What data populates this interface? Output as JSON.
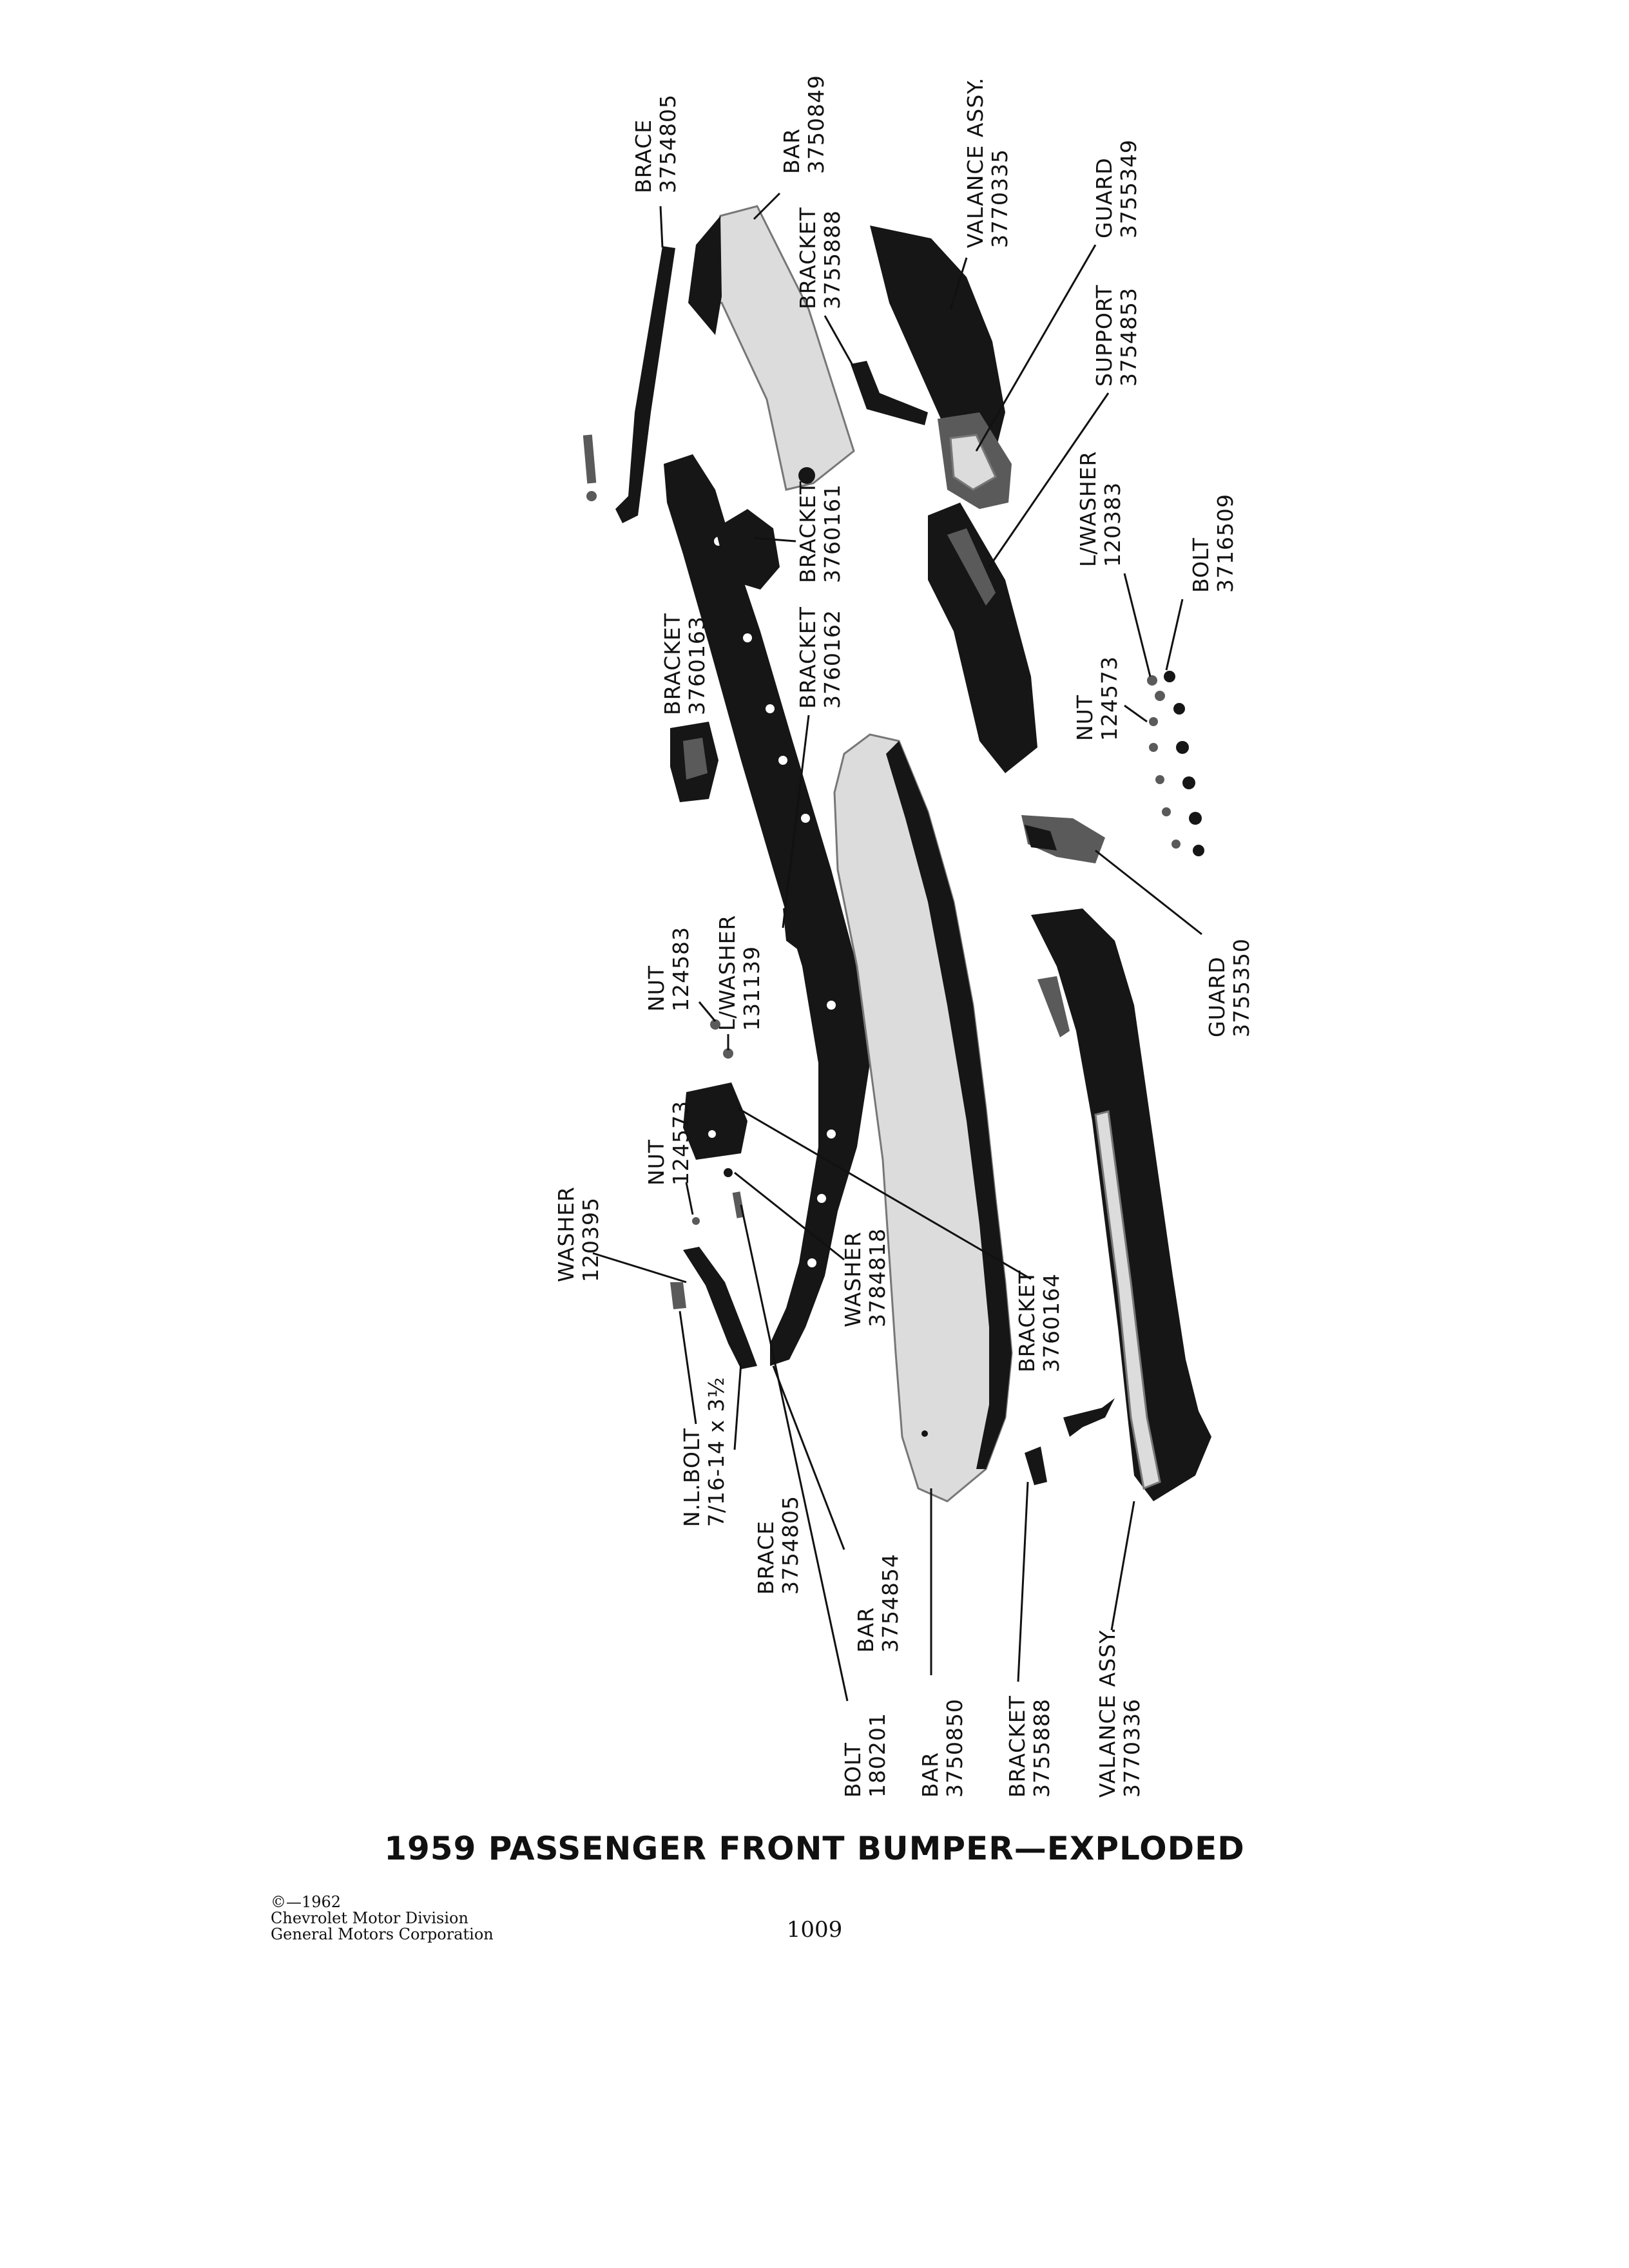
{
  "labels": {
    "brace_top": {
      "name": "BRACE",
      "num": "3754805"
    },
    "bar_top": {
      "name": "BAR",
      "num": "3750849"
    },
    "valance_top": {
      "name": "VALANCE ASSY.",
      "num": "3770335"
    },
    "bracket_3755888_top": {
      "name": "BRACKET",
      "num": "3755888"
    },
    "guard_3755349": {
      "name": "GUARD",
      "num": "3755349"
    },
    "support_3754853": {
      "name": "SUPPORT",
      "num": "3754853"
    },
    "bracket_3760161": {
      "name": "BRACKET",
      "num": "3760161"
    },
    "bracket_3760163": {
      "name": "BRACKET",
      "num": "3760163"
    },
    "bracket_3760162": {
      "name": "BRACKET",
      "num": "3760162"
    },
    "lwasher_120383": {
      "name": "L/WASHER",
      "num": "120383"
    },
    "bolt_3716509": {
      "name": "BOLT",
      "num": "3716509"
    },
    "nut_124573_right": {
      "name": "NUT",
      "num": "124573"
    },
    "guard_3755350": {
      "name": "GUARD",
      "num": "3755350"
    },
    "nut_124583": {
      "name": "NUT",
      "num": "124583"
    },
    "lwasher_131139": {
      "name": "L/WASHER",
      "num": "131139"
    },
    "nut_124573_left": {
      "name": "NUT",
      "num": "124573"
    },
    "washer_120395": {
      "name": "WASHER",
      "num": "120395"
    },
    "washer_3784818": {
      "name": "WASHER",
      "num": "3784818"
    },
    "bracket_3760164": {
      "name": "BRACKET",
      "num": "3760164"
    },
    "nl_bolt": {
      "name": "N.L.BOLT",
      "num": "7/16-14 x 3½"
    },
    "brace_bottom": {
      "name": "BRACE",
      "num": "3754805"
    },
    "bar_3754854": {
      "name": "BAR",
      "num": "3754854"
    },
    "bolt_180201": {
      "name": "BOLT",
      "num": "180201"
    },
    "bar_3750850": {
      "name": "BAR",
      "num": "3750850"
    },
    "bracket_3755888_bottom": {
      "name": "BRACKET",
      "num": "3755888"
    },
    "valance_bottom": {
      "name": "VALANCE ASSY.",
      "num": "3770336"
    }
  },
  "title": "1959 PASSENGER FRONT BUMPER—EXPLODED",
  "copyright": [
    "©—1962",
    "Chevrolet Motor Division",
    "General Motors Corporation"
  ],
  "page_number": "1009"
}
